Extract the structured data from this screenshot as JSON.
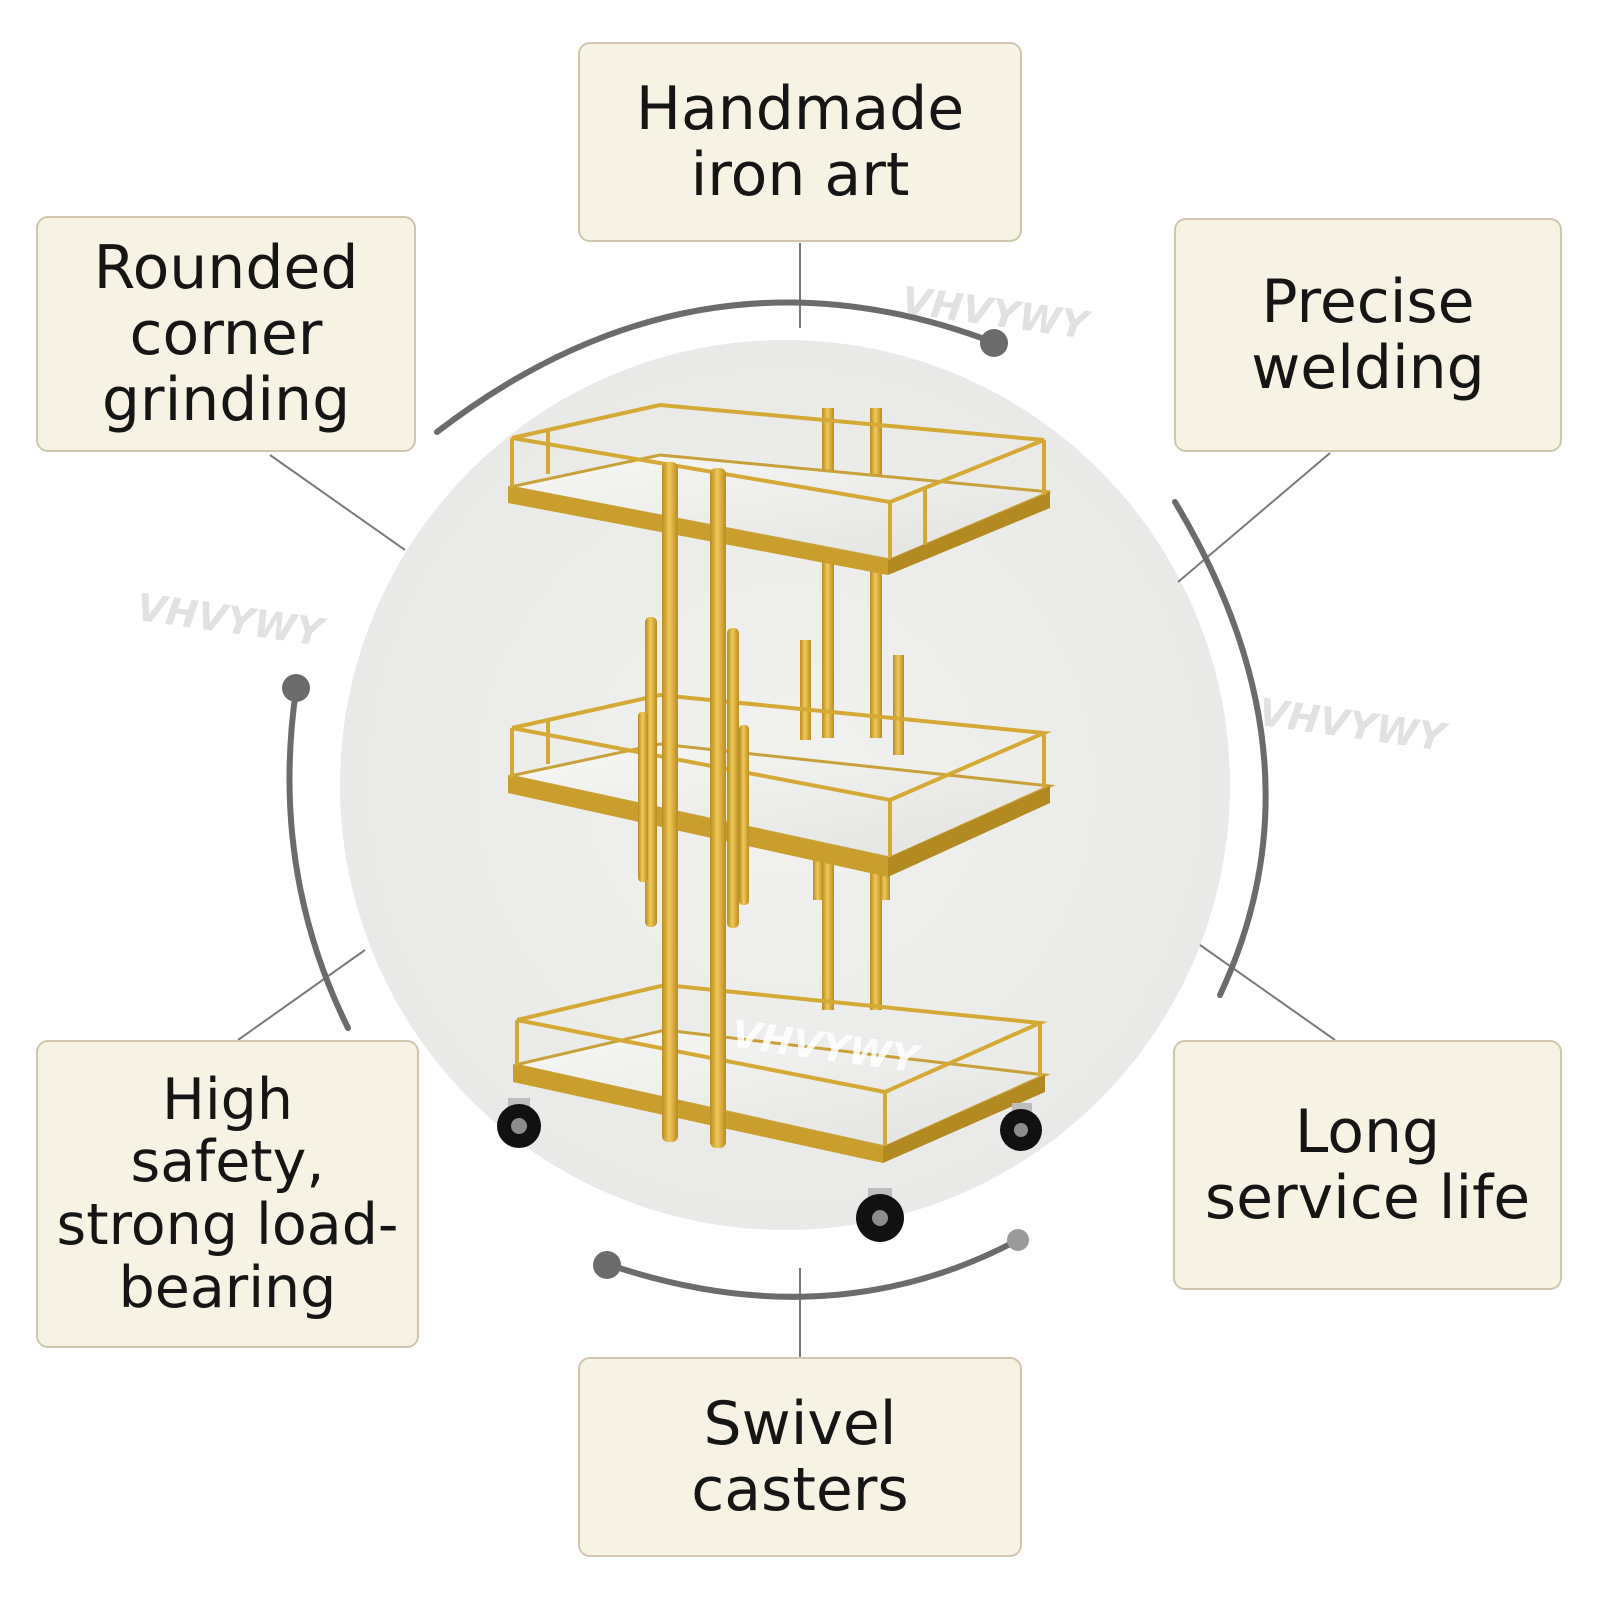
{
  "labels": {
    "top": "Handmade\niron art",
    "top_left": "Rounded\ncorner\ngrinding",
    "top_right": "Precise\nwelding",
    "bottom_left": "High\nsafety,\nstrong load-\nbearing",
    "bottom_right": "Long\nservice life",
    "bottom": "Swivel\ncasters"
  },
  "watermark": "VHVYWY",
  "colors": {
    "label_bg": "#f6f3e5",
    "label_border": "#cfc6ad",
    "gold": "#d6a932",
    "marble": "#eeeeec",
    "arc": "#6b6b6b",
    "circle_bg": "#ececea"
  }
}
